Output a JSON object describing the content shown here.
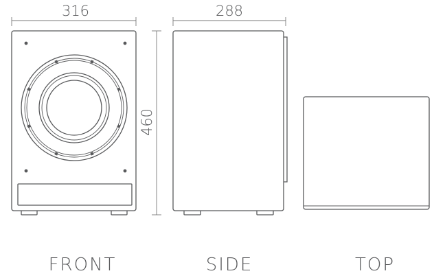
{
  "dimensions": {
    "front_width": "316",
    "side_depth": "288",
    "height": "460"
  },
  "views": {
    "front": "FRONT",
    "side": "SIDE",
    "top": "TOP"
  },
  "colors": {
    "line": "#58595b",
    "background": "#ffffff"
  }
}
